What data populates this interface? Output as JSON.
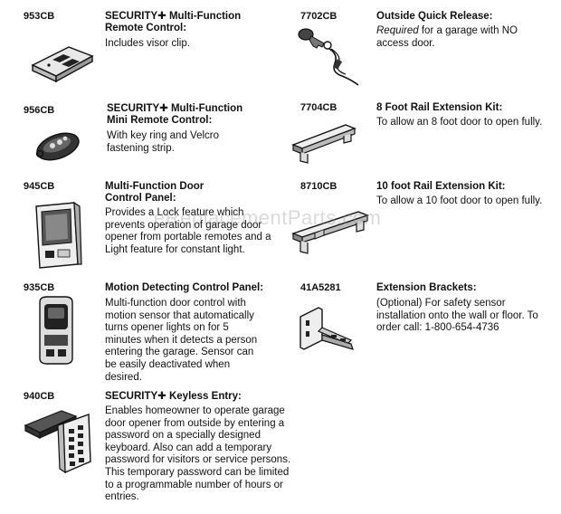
{
  "watermark": "eReplacementParts.com",
  "left_column": [
    {
      "code": "953CB",
      "title_lines": [
        "SECURITY✚ Multi-Function",
        "Remote Control:"
      ],
      "desc": "Includes visor clip.",
      "icon": "remote-control-icon"
    },
    {
      "code": "956CB",
      "title_lines": [
        "SECURITY✚ Multi-Function",
        "Mini Remote Control:"
      ],
      "desc": "With key ring and Velcro fastening strip.",
      "icon": "mini-remote-icon"
    },
    {
      "code": "945CB",
      "title_lines": [
        "Multi-Function Door",
        "Control Panel:"
      ],
      "desc": "Provides a Lock feature which prevents operation of garage door opener from portable remotes and a Light feature for constant light.",
      "icon": "door-control-panel-icon"
    },
    {
      "code": "935CB",
      "title_lines": [
        "Motion Detecting Control Panel:"
      ],
      "desc": "Multi-function door control with motion sensor that automatically turns opener lights on for 5 minutes when it detects a person entering the garage. Sensor can be easily deactivated when desired.",
      "icon": "motion-control-panel-icon"
    },
    {
      "code": "940CB",
      "title_lines": [
        "SECURITY✚ Keyless Entry:"
      ],
      "desc": "Enables homeowner to operate garage door opener from outside by entering a password on a specially designed keyboard. Also can add a temporary password for visitors or service persons. This temporary password can be limited to a programmable number of hours or entries.",
      "icon": "keyless-entry-keypad-icon"
    }
  ],
  "right_column": [
    {
      "code": "7702CB",
      "title_lines": [
        "Outside Quick Release:"
      ],
      "desc_italic": "Required",
      "desc": " for a garage with NO access door.",
      "icon": "quick-release-key-icon"
    },
    {
      "code": "7704CB",
      "title_lines": [
        "8 Foot Rail Extension Kit:"
      ],
      "desc": "To allow an 8 foot door to open fully.",
      "icon": "rail-extension-8ft-icon"
    },
    {
      "code": "8710CB",
      "title_lines": [
        "10 foot Rail Extension Kit:"
      ],
      "desc": "To allow a 10 foot door to open fully.",
      "icon": "rail-extension-10ft-icon"
    },
    {
      "code": "41A5281",
      "title_lines": [
        "Extension Brackets:"
      ],
      "desc": "(Optional) For safety sensor installation onto the wall or floor. To order call: 1-800-654-4736",
      "icon": "extension-bracket-icon"
    }
  ]
}
